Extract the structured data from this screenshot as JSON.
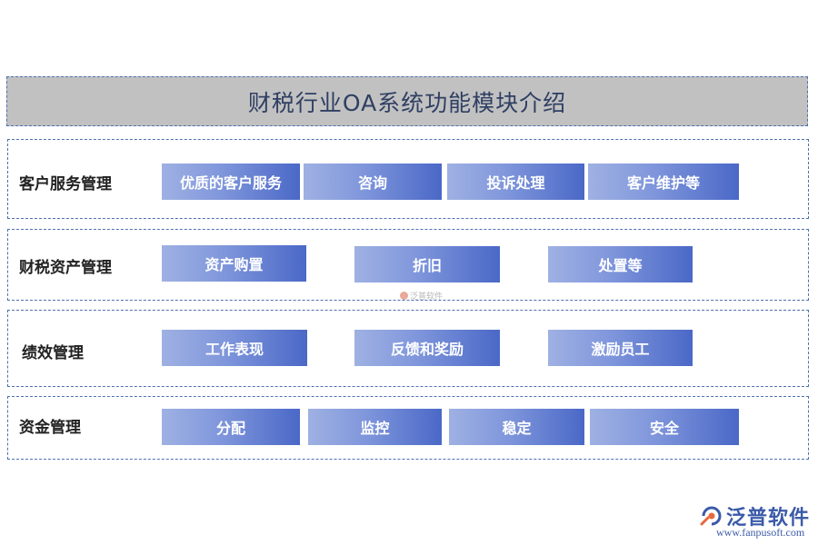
{
  "title": "财税行业OA系统功能模块介绍",
  "sections": [
    {
      "label": "客户服务管理",
      "items": [
        "优质的客户服务",
        "咨询",
        "投诉处理",
        "客户维护等"
      ]
    },
    {
      "label": "财税资产管理",
      "items": [
        "资产购置",
        "折旧",
        "处置等"
      ]
    },
    {
      "label": "绩效管理",
      "items": [
        "工作表现",
        "反馈和奖励",
        "激励员工"
      ]
    },
    {
      "label": "资金管理",
      "items": [
        "分配",
        "监控",
        "稳定",
        "安全"
      ]
    }
  ],
  "watermark_small": "泛普软件",
  "logo": {
    "name": "泛普软件",
    "url": "www.fanpusoft.com",
    "icon": "fanpu-logo-icon"
  }
}
